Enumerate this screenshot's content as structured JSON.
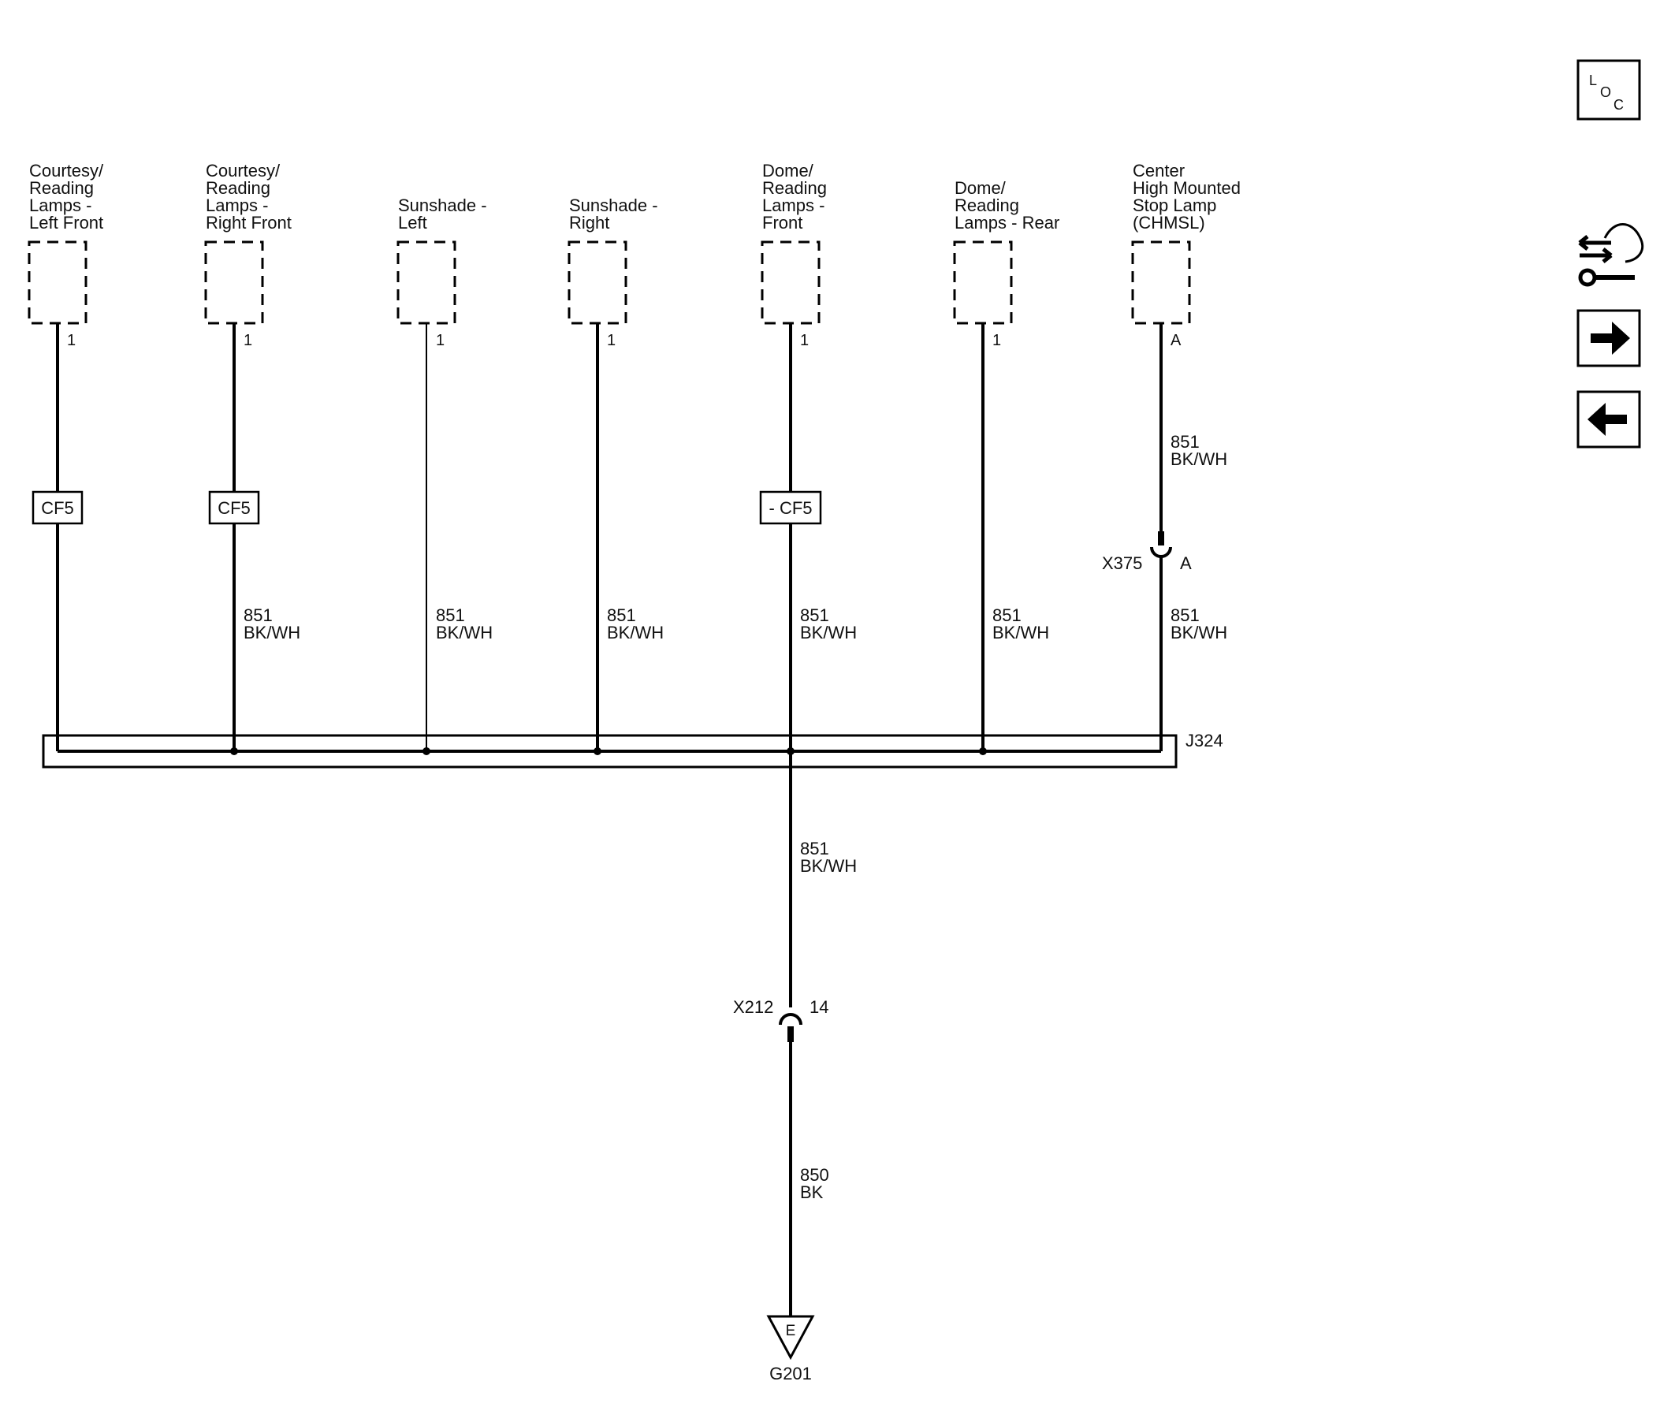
{
  "components": [
    {
      "name_lines": [
        "Courtesy/",
        "Reading",
        "Lamps -",
        "Left Front"
      ],
      "pin": "1",
      "inline": "CF5",
      "wire_number": "",
      "wire_color": ""
    },
    {
      "name_lines": [
        "Courtesy/",
        "Reading",
        "Lamps -",
        "Right Front"
      ],
      "pin": "1",
      "inline": "CF5",
      "wire_number": "851",
      "wire_color": "BK/WH"
    },
    {
      "name_lines": [
        "Sunshade -",
        "Left"
      ],
      "pin": "1",
      "inline": "",
      "wire_number": "851",
      "wire_color": "BK/WH"
    },
    {
      "name_lines": [
        "Sunshade -",
        "Right"
      ],
      "pin": "1",
      "inline": "",
      "wire_number": "851",
      "wire_color": "BK/WH"
    },
    {
      "name_lines": [
        "Dome/",
        "Reading",
        "Lamps -",
        "Front"
      ],
      "pin": "1",
      "inline": "- CF5",
      "wire_number": "851",
      "wire_color": "BK/WH"
    },
    {
      "name_lines": [
        "Dome/",
        "Reading",
        "Lamps - Rear"
      ],
      "pin": "1",
      "inline": "",
      "wire_number": "851",
      "wire_color": "BK/WH"
    },
    {
      "name_lines": [
        "Center",
        "High Mounted",
        "Stop Lamp",
        "(CHMSL)"
      ],
      "pin": "A",
      "inline": "",
      "wire_number": "851",
      "wire_color": "BK/WH"
    }
  ],
  "chmsl_upper_wire": {
    "number": "851",
    "color": "BK/WH"
  },
  "connector_x375": {
    "name": "X375",
    "pin": "A"
  },
  "splice": {
    "name": "J324"
  },
  "trunk_wire": {
    "number": "851",
    "color": "BK/WH"
  },
  "connector_x212": {
    "name": "X212",
    "pin": "14"
  },
  "ground_wire": {
    "number": "850",
    "color": "BK"
  },
  "ground": {
    "name": "G201",
    "symbol_letter": "E"
  },
  "nav": {
    "loc": {
      "l": "L",
      "o": "O",
      "c": "C"
    }
  },
  "icons": [
    "loc-icon",
    "service-wrench-icon",
    "arrow-right-icon",
    "arrow-left-icon"
  ]
}
